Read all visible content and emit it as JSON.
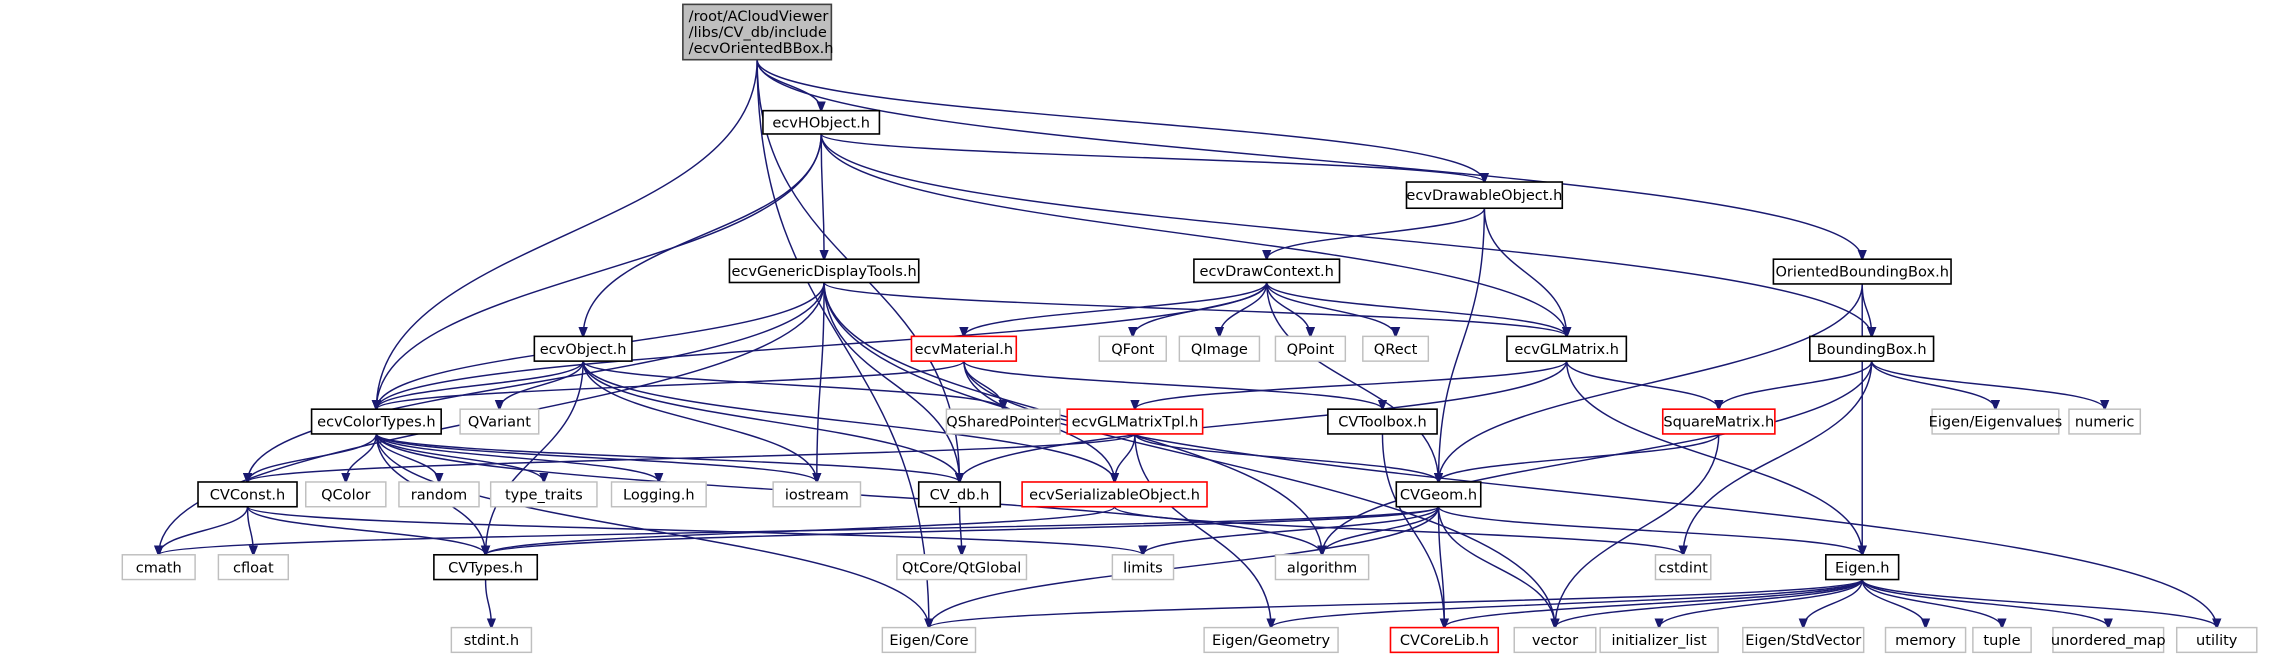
{
  "title": "Include dependency graph for ecvOrientedBBox.h",
  "colors": {
    "edge": "#191970",
    "root_fill": "#bfbfbf",
    "root_border": "#404040",
    "documented_border": "#000000",
    "external_border": "#bfbfbf",
    "missing_border": "#ff0000"
  },
  "nodes": [
    {
      "id": "root",
      "kind": "root",
      "lines": [
        "/root/ACloudViewer",
        "/libs/CV_db/include",
        "/ecvOrientedBBox.h"
      ]
    },
    {
      "id": "ecvHObject",
      "kind": "doc",
      "lines": [
        "ecvHObject.h"
      ]
    },
    {
      "id": "ecvDrawableObject",
      "kind": "doc",
      "lines": [
        "ecvDrawableObject.h"
      ]
    },
    {
      "id": "ecvGenericDisplayTools",
      "kind": "doc",
      "lines": [
        "ecvGenericDisplayTools.h"
      ]
    },
    {
      "id": "ecvDrawContext",
      "kind": "doc",
      "lines": [
        "ecvDrawContext.h"
      ]
    },
    {
      "id": "OrientedBoundingBox",
      "kind": "doc",
      "lines": [
        "OrientedBoundingBox.h"
      ]
    },
    {
      "id": "ecvObject",
      "kind": "doc",
      "lines": [
        "ecvObject.h"
      ]
    },
    {
      "id": "ecvMaterial",
      "kind": "red",
      "lines": [
        "ecvMaterial.h"
      ]
    },
    {
      "id": "QFont",
      "kind": "ext",
      "lines": [
        "QFont"
      ]
    },
    {
      "id": "QImage",
      "kind": "ext",
      "lines": [
        "QImage"
      ]
    },
    {
      "id": "QPoint",
      "kind": "ext",
      "lines": [
        "QPoint"
      ]
    },
    {
      "id": "QRect",
      "kind": "ext",
      "lines": [
        "QRect"
      ]
    },
    {
      "id": "ecvGLMatrix",
      "kind": "doc",
      "lines": [
        "ecvGLMatrix.h"
      ]
    },
    {
      "id": "BoundingBox",
      "kind": "doc",
      "lines": [
        "BoundingBox.h"
      ]
    },
    {
      "id": "ecvColorTypes",
      "kind": "doc",
      "lines": [
        "ecvColorTypes.h"
      ]
    },
    {
      "id": "QVariant",
      "kind": "ext",
      "lines": [
        "QVariant"
      ]
    },
    {
      "id": "QSharedPointer",
      "kind": "ext",
      "lines": [
        "QSharedPointer"
      ]
    },
    {
      "id": "ecvGLMatrixTpl",
      "kind": "red",
      "lines": [
        "ecvGLMatrixTpl.h"
      ]
    },
    {
      "id": "CVToolbox",
      "kind": "doc",
      "lines": [
        "CVToolbox.h"
      ]
    },
    {
      "id": "SquareMatrix",
      "kind": "red",
      "lines": [
        "SquareMatrix.h"
      ]
    },
    {
      "id": "EigenEigenvalues",
      "kind": "ext",
      "lines": [
        "Eigen/Eigenvalues"
      ]
    },
    {
      "id": "numeric",
      "kind": "ext",
      "lines": [
        "numeric"
      ]
    },
    {
      "id": "CVConst",
      "kind": "doc",
      "lines": [
        "CVConst.h"
      ]
    },
    {
      "id": "QColor",
      "kind": "ext",
      "lines": [
        "QColor"
      ]
    },
    {
      "id": "random",
      "kind": "ext",
      "lines": [
        "random"
      ]
    },
    {
      "id": "type_traits",
      "kind": "ext",
      "lines": [
        "type_traits"
      ]
    },
    {
      "id": "Logging",
      "kind": "ext",
      "lines": [
        "Logging.h"
      ]
    },
    {
      "id": "iostream",
      "kind": "ext",
      "lines": [
        "iostream"
      ]
    },
    {
      "id": "CV_db",
      "kind": "doc",
      "lines": [
        "CV_db.h"
      ]
    },
    {
      "id": "ecvSerializableObject",
      "kind": "red",
      "lines": [
        "ecvSerializableObject.h"
      ]
    },
    {
      "id": "CVGeom",
      "kind": "doc",
      "lines": [
        "CVGeom.h"
      ]
    },
    {
      "id": "cmath",
      "kind": "ext",
      "lines": [
        "cmath"
      ]
    },
    {
      "id": "cfloat",
      "kind": "ext",
      "lines": [
        "cfloat"
      ]
    },
    {
      "id": "CVTypes",
      "kind": "doc",
      "lines": [
        "CVTypes.h"
      ]
    },
    {
      "id": "QtGlobal",
      "kind": "ext",
      "lines": [
        "QtCore/QtGlobal"
      ]
    },
    {
      "id": "limits",
      "kind": "ext",
      "lines": [
        "limits"
      ]
    },
    {
      "id": "algorithm",
      "kind": "ext",
      "lines": [
        "algorithm"
      ]
    },
    {
      "id": "cstdint",
      "kind": "ext",
      "lines": [
        "cstdint"
      ]
    },
    {
      "id": "Eigen",
      "kind": "doc",
      "lines": [
        "Eigen.h"
      ]
    },
    {
      "id": "stdint",
      "kind": "ext",
      "lines": [
        "stdint.h"
      ]
    },
    {
      "id": "EigenCore",
      "kind": "ext",
      "lines": [
        "Eigen/Core"
      ]
    },
    {
      "id": "EigenGeometry",
      "kind": "ext",
      "lines": [
        "Eigen/Geometry"
      ]
    },
    {
      "id": "CVCoreLib",
      "kind": "red",
      "lines": [
        "CVCoreLib.h"
      ]
    },
    {
      "id": "vector",
      "kind": "ext",
      "lines": [
        "vector"
      ]
    },
    {
      "id": "initializer_list",
      "kind": "ext",
      "lines": [
        "initializer_list"
      ]
    },
    {
      "id": "EigenStdVector",
      "kind": "ext",
      "lines": [
        "Eigen/StdVector"
      ]
    },
    {
      "id": "memory",
      "kind": "ext",
      "lines": [
        "memory"
      ]
    },
    {
      "id": "tuple",
      "kind": "ext",
      "lines": [
        "tuple"
      ]
    },
    {
      "id": "unordered_map",
      "kind": "ext",
      "lines": [
        "unordered_map"
      ]
    },
    {
      "id": "utility",
      "kind": "ext",
      "lines": [
        "utility"
      ]
    }
  ],
  "edges": [
    [
      "root",
      "ecvHObject"
    ],
    [
      "root",
      "ecvDrawableObject"
    ],
    [
      "root",
      "OrientedBoundingBox"
    ],
    [
      "root",
      "ecvColorTypes"
    ],
    [
      "root",
      "CV_db"
    ],
    [
      "root",
      "EigenCore"
    ],
    [
      "ecvHObject",
      "ecvDrawableObject"
    ],
    [
      "ecvHObject",
      "ecvGenericDisplayTools"
    ],
    [
      "ecvHObject",
      "ecvObject"
    ],
    [
      "ecvHObject",
      "ecvColorTypes"
    ],
    [
      "ecvHObject",
      "ecvGLMatrix"
    ],
    [
      "ecvHObject",
      "BoundingBox"
    ],
    [
      "ecvDrawableObject",
      "ecvDrawContext"
    ],
    [
      "ecvDrawableObject",
      "ecvGLMatrix"
    ],
    [
      "ecvDrawableObject",
      "CVGeom"
    ],
    [
      "ecvGenericDisplayTools",
      "ecvGLMatrix"
    ],
    [
      "ecvGenericDisplayTools",
      "ecvColorTypes"
    ],
    [
      "ecvGenericDisplayTools",
      "CV_db"
    ],
    [
      "ecvGenericDisplayTools",
      "iostream"
    ],
    [
      "ecvGenericDisplayTools",
      "cmath"
    ],
    [
      "ecvGenericDisplayTools",
      "CVConst"
    ],
    [
      "ecvGenericDisplayTools",
      "algorithm"
    ],
    [
      "ecvGenericDisplayTools",
      "vector"
    ],
    [
      "ecvDrawContext",
      "ecvMaterial"
    ],
    [
      "ecvDrawContext",
      "QFont"
    ],
    [
      "ecvDrawContext",
      "QImage"
    ],
    [
      "ecvDrawContext",
      "QPoint"
    ],
    [
      "ecvDrawContext",
      "QRect"
    ],
    [
      "ecvDrawContext",
      "ecvGLMatrix"
    ],
    [
      "ecvDrawContext",
      "ecvColorTypes"
    ],
    [
      "ecvDrawContext",
      "CVGeom"
    ],
    [
      "OrientedBoundingBox",
      "BoundingBox"
    ],
    [
      "OrientedBoundingBox",
      "CVGeom"
    ],
    [
      "OrientedBoundingBox",
      "Eigen"
    ],
    [
      "ecvObject",
      "ecvColorTypes"
    ],
    [
      "ecvObject",
      "QVariant"
    ],
    [
      "ecvObject",
      "QSharedPointer"
    ],
    [
      "ecvObject",
      "CV_db"
    ],
    [
      "ecvObject",
      "ecvSerializableObject"
    ],
    [
      "ecvObject",
      "CVTypes"
    ],
    [
      "ecvObject",
      "iostream"
    ],
    [
      "ecvMaterial",
      "ecvColorTypes"
    ],
    [
      "ecvMaterial",
      "QSharedPointer"
    ],
    [
      "ecvMaterial",
      "ecvSerializableObject"
    ],
    [
      "ecvMaterial",
      "CVToolbox"
    ],
    [
      "ecvMaterial",
      "utility"
    ],
    [
      "ecvGLMatrix",
      "ecvGLMatrixTpl"
    ],
    [
      "ecvGLMatrix",
      "SquareMatrix"
    ],
    [
      "ecvGLMatrix",
      "CV_db"
    ],
    [
      "ecvGLMatrix",
      "Eigen"
    ],
    [
      "BoundingBox",
      "SquareMatrix"
    ],
    [
      "BoundingBox",
      "EigenEigenvalues"
    ],
    [
      "BoundingBox",
      "numeric"
    ],
    [
      "BoundingBox",
      "algorithm"
    ],
    [
      "BoundingBox",
      "cstdint"
    ],
    [
      "ecvColorTypes",
      "CVConst"
    ],
    [
      "ecvColorTypes",
      "QColor"
    ],
    [
      "ecvColorTypes",
      "random"
    ],
    [
      "ecvColorTypes",
      "type_traits"
    ],
    [
      "ecvColorTypes",
      "Logging"
    ],
    [
      "ecvColorTypes",
      "CV_db"
    ],
    [
      "ecvColorTypes",
      "iostream"
    ],
    [
      "ecvColorTypes",
      "EigenCore"
    ],
    [
      "ecvColorTypes",
      "CVTypes"
    ],
    [
      "ecvColorTypes",
      "algorithm"
    ],
    [
      "ecvGLMatrixTpl",
      "ecvSerializableObject"
    ],
    [
      "ecvGLMatrixTpl",
      "CVGeom"
    ],
    [
      "ecvGLMatrixTpl",
      "EigenGeometry"
    ],
    [
      "ecvGLMatrixTpl",
      "CVConst"
    ],
    [
      "CVToolbox",
      "CVCoreLib"
    ],
    [
      "SquareMatrix",
      "CVGeom"
    ],
    [
      "SquareMatrix",
      "vector"
    ],
    [
      "CVConst",
      "cmath"
    ],
    [
      "CVConst",
      "cfloat"
    ],
    [
      "CVConst",
      "CVTypes"
    ],
    [
      "CVConst",
      "limits"
    ],
    [
      "CV_db",
      "QtGlobal"
    ],
    [
      "ecvSerializableObject",
      "CVTypes"
    ],
    [
      "ecvSerializableObject",
      "cstdint"
    ],
    [
      "CVGeom",
      "CVTypes"
    ],
    [
      "CVGeom",
      "cmath"
    ],
    [
      "CVGeom",
      "limits"
    ],
    [
      "CVGeom",
      "algorithm"
    ],
    [
      "CVGeom",
      "Eigen"
    ],
    [
      "CVGeom",
      "CVCoreLib"
    ],
    [
      "CVGeom",
      "vector"
    ],
    [
      "CVGeom",
      "EigenCore"
    ],
    [
      "CVTypes",
      "stdint"
    ],
    [
      "Eigen",
      "EigenCore"
    ],
    [
      "Eigen",
      "EigenGeometry"
    ],
    [
      "Eigen",
      "CVCoreLib"
    ],
    [
      "Eigen",
      "vector"
    ],
    [
      "Eigen",
      "initializer_list"
    ],
    [
      "Eigen",
      "EigenStdVector"
    ],
    [
      "Eigen",
      "memory"
    ],
    [
      "Eigen",
      "tuple"
    ],
    [
      "Eigen",
      "unordered_map"
    ],
    [
      "Eigen",
      "utility"
    ]
  ]
}
